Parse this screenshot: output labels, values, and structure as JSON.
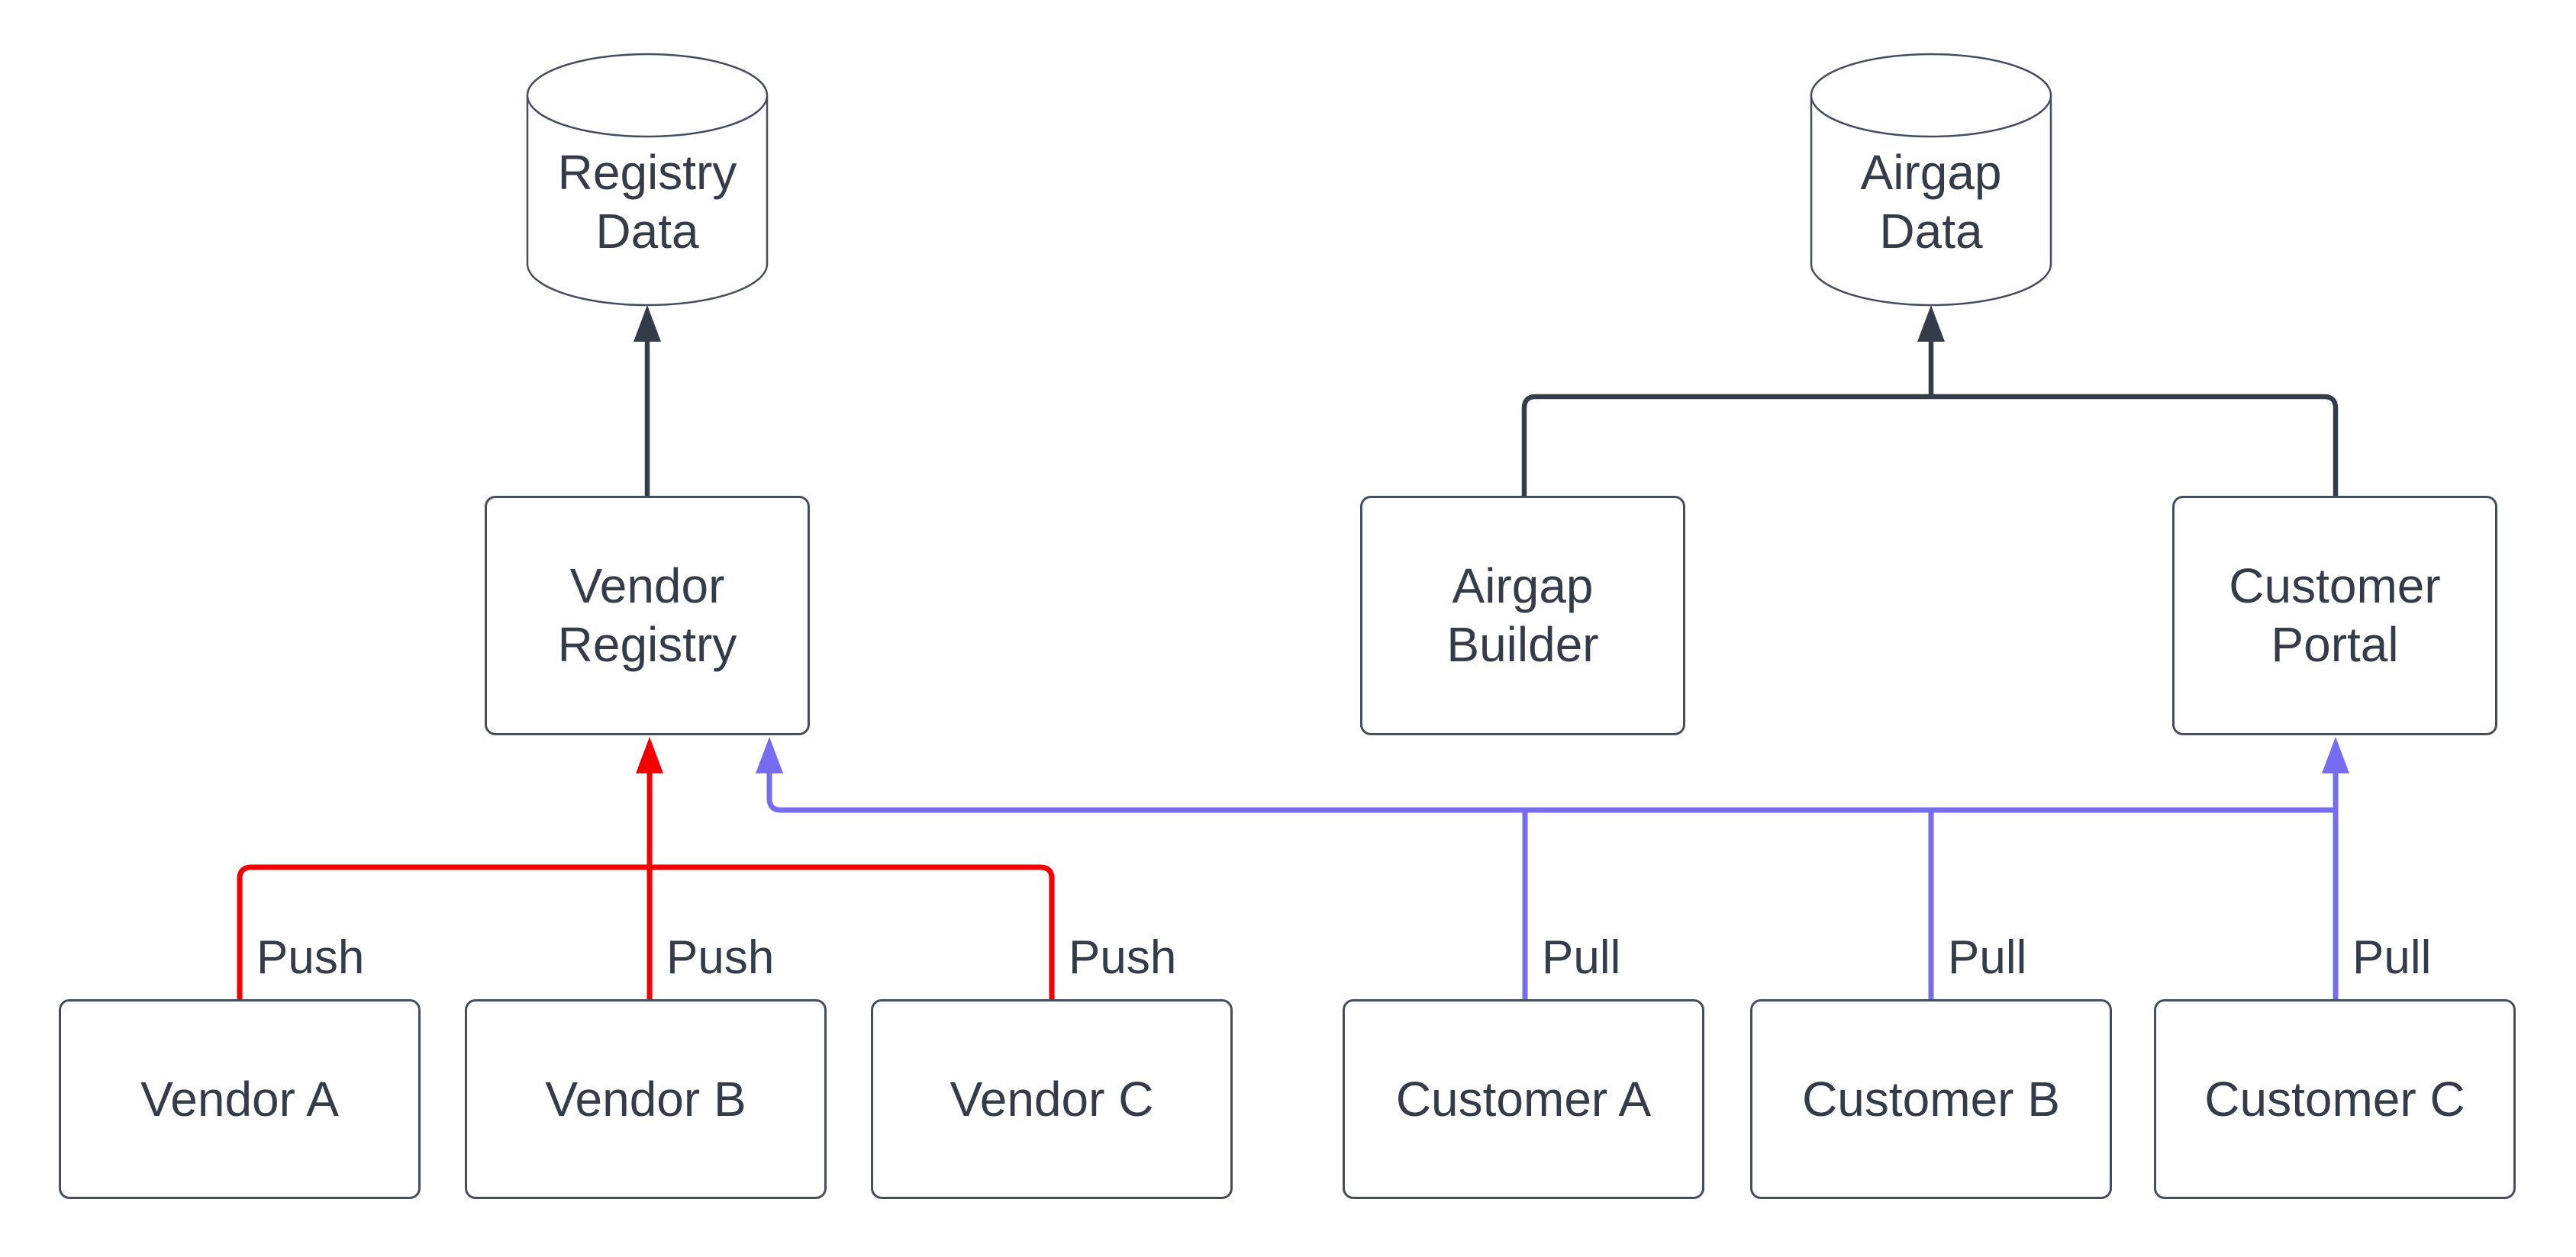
{
  "diagram": {
    "background": "#ffffff",
    "colors": {
      "text": "#343c4a",
      "node_border": "#454e5e",
      "edge_dark": "#343c4a",
      "edge_push": "#f40000",
      "edge_pull": "#766cf2"
    },
    "nodes": {
      "registry_data": {
        "label": "Registry Data",
        "shape": "cylinder"
      },
      "airgap_data": {
        "label": "Airgap Data",
        "shape": "cylinder"
      },
      "vendor_registry": {
        "label": "Vendor Registry",
        "shape": "box"
      },
      "airgap_builder": {
        "label": "Airgap Builder",
        "shape": "box"
      },
      "customer_portal": {
        "label": "Customer Portal",
        "shape": "box"
      },
      "vendor_a": {
        "label": "Vendor A",
        "shape": "box"
      },
      "vendor_b": {
        "label": "Vendor B",
        "shape": "box"
      },
      "vendor_c": {
        "label": "Vendor C",
        "shape": "box"
      },
      "customer_a": {
        "label": "Customer A",
        "shape": "box"
      },
      "customer_b": {
        "label": "Customer B",
        "shape": "box"
      },
      "customer_c": {
        "label": "Customer C",
        "shape": "box"
      }
    },
    "edges": [
      {
        "from": "vendor-registry",
        "to": "registry-data",
        "color": "dark",
        "label": ""
      },
      {
        "from": "airgap-builder",
        "to": "airgap-data",
        "color": "dark",
        "label": ""
      },
      {
        "from": "customer-portal",
        "to": "airgap-data",
        "color": "dark",
        "label": ""
      },
      {
        "from": "vendor-a",
        "to": "vendor-registry",
        "color": "push",
        "label": "Push"
      },
      {
        "from": "vendor-b",
        "to": "vendor-registry",
        "color": "push",
        "label": "Push"
      },
      {
        "from": "vendor-c",
        "to": "vendor-registry",
        "color": "push",
        "label": "Push"
      },
      {
        "from": "customer-a",
        "to": "vendor-registry",
        "color": "pull",
        "label": "Pull"
      },
      {
        "from": "customer-b",
        "to": "vendor-registry",
        "color": "pull",
        "label": "Pull"
      },
      {
        "from": "customer-c",
        "to": "customer-portal",
        "color": "pull",
        "label": "Pull"
      }
    ]
  }
}
